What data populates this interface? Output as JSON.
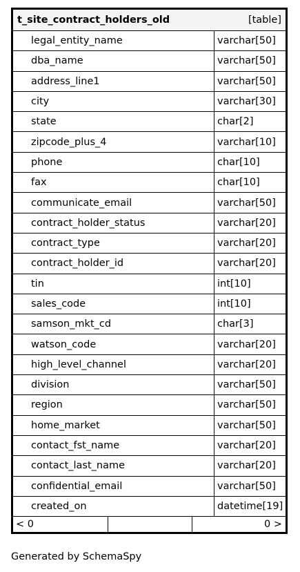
{
  "table": {
    "name": "t_site_contract_holders_old",
    "kind": "[table]",
    "columns": [
      {
        "name": "legal_entity_name",
        "type": "varchar[50]"
      },
      {
        "name": "dba_name",
        "type": "varchar[50]"
      },
      {
        "name": "address_line1",
        "type": "varchar[50]"
      },
      {
        "name": "city",
        "type": "varchar[30]"
      },
      {
        "name": "state",
        "type": "char[2]"
      },
      {
        "name": "zipcode_plus_4",
        "type": "varchar[10]"
      },
      {
        "name": "phone",
        "type": "char[10]"
      },
      {
        "name": "fax",
        "type": "char[10]"
      },
      {
        "name": "communicate_email",
        "type": "varchar[50]"
      },
      {
        "name": "contract_holder_status",
        "type": "varchar[20]"
      },
      {
        "name": "contract_type",
        "type": "varchar[20]"
      },
      {
        "name": "contract_holder_id",
        "type": "varchar[20]"
      },
      {
        "name": "tin",
        "type": "int[10]"
      },
      {
        "name": "sales_code",
        "type": "int[10]"
      },
      {
        "name": "samson_mkt_cd",
        "type": "char[3]"
      },
      {
        "name": "watson_code",
        "type": "varchar[20]"
      },
      {
        "name": "high_level_channel",
        "type": "varchar[20]"
      },
      {
        "name": "division",
        "type": "varchar[50]"
      },
      {
        "name": "region",
        "type": "varchar[50]"
      },
      {
        "name": "home_market",
        "type": "varchar[50]"
      },
      {
        "name": "contact_fst_name",
        "type": "varchar[20]"
      },
      {
        "name": "contact_last_name",
        "type": "varchar[20]"
      },
      {
        "name": "confidential_email",
        "type": "varchar[50]"
      },
      {
        "name": "created_on",
        "type": "datetime[19]"
      }
    ],
    "footer": {
      "parents": "< 0",
      "children": "0 >"
    }
  },
  "generated_by": "Generated by SchemaSpy"
}
